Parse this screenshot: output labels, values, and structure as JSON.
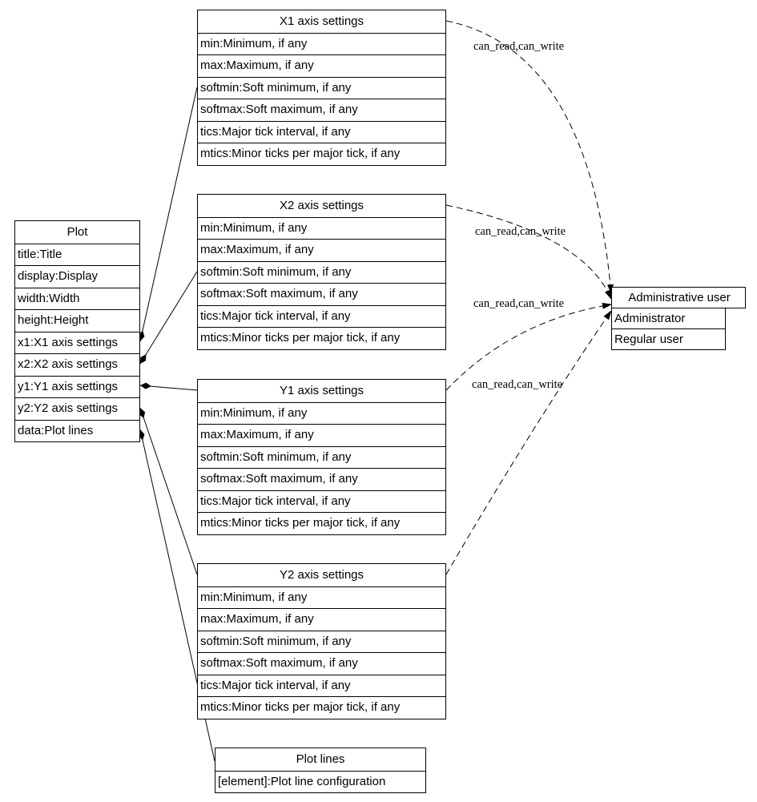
{
  "nodes": {
    "plot": {
      "title": "Plot",
      "rows": [
        "title:Title",
        "display:Display",
        "width:Width",
        "height:Height",
        "x1:X1 axis settings",
        "x2:X2 axis settings",
        "y1:Y1 axis settings",
        "y2:Y2 axis settings",
        "data:Plot lines"
      ]
    },
    "x1_axis": {
      "title": "X1 axis settings",
      "rows": [
        "min:Minimum, if any",
        "max:Maximum, if any",
        "softmin:Soft minimum, if any",
        "softmax:Soft maximum, if any",
        "tics:Major tick interval, if any",
        "mtics:Minor ticks per major tick, if any"
      ]
    },
    "x2_axis": {
      "title": "X2 axis settings",
      "rows": [
        "min:Minimum, if any",
        "max:Maximum, if any",
        "softmin:Soft minimum, if any",
        "softmax:Soft maximum, if any",
        "tics:Major tick interval, if any",
        "mtics:Minor ticks per major tick, if any"
      ]
    },
    "y1_axis": {
      "title": "Y1 axis settings",
      "rows": [
        "min:Minimum, if any",
        "max:Maximum, if any",
        "softmin:Soft minimum, if any",
        "softmax:Soft maximum, if any",
        "tics:Major tick interval, if any",
        "mtics:Minor ticks per major tick, if any"
      ]
    },
    "y2_axis": {
      "title": "Y2 axis settings",
      "rows": [
        "min:Minimum, if any",
        "max:Maximum, if any",
        "softmin:Soft minimum, if any",
        "softmax:Soft maximum, if any",
        "tics:Major tick interval, if any",
        "mtics:Minor ticks per major tick, if any"
      ]
    },
    "plot_lines": {
      "title": "Plot lines",
      "rows": [
        "[element]:Plot line configuration"
      ]
    },
    "admin_user": {
      "title": "Administrative user",
      "rows": [
        "Administrator",
        "Regular user"
      ]
    }
  },
  "edges": {
    "labels": [
      "can_read,can_write",
      "can_read,can_write",
      "can_read,can_write",
      "can_read,can_write"
    ]
  },
  "colors": {
    "border": "#000000",
    "background": "#ffffff",
    "text": "#000000"
  }
}
